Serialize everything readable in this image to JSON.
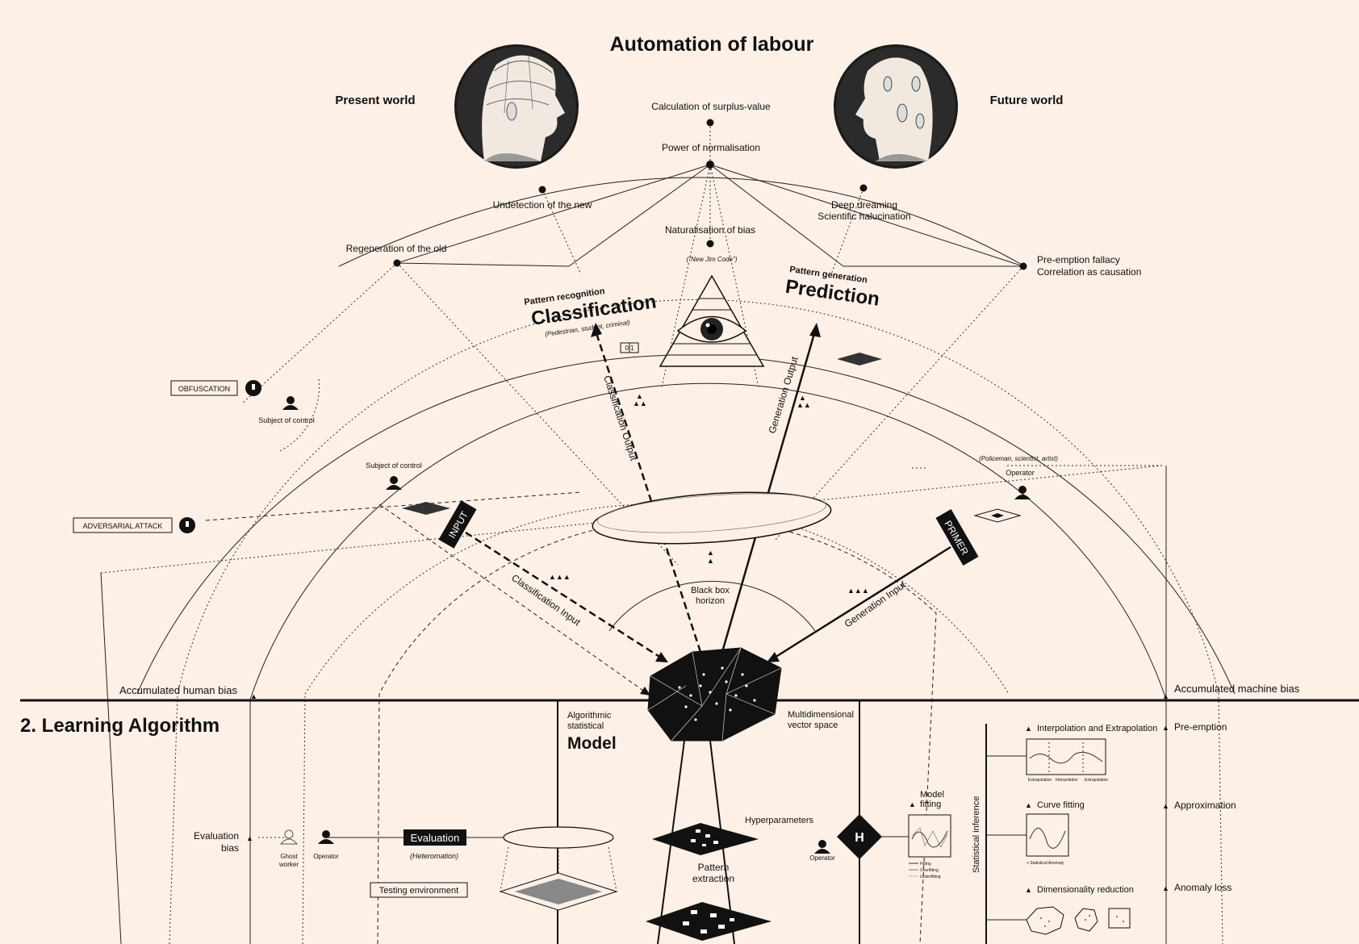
{
  "title": "Automation of labour",
  "present_world": "Present world",
  "future_world": "Future world",
  "top_nodes": {
    "surplus": "Calculation of surplus-value",
    "normalisation": "Power of normalisation",
    "undetection": "Undetection of the new",
    "deep_dreaming": "Deep dreaming",
    "halucination": "Scientific halucination",
    "naturalisation": "Naturalisation of bias",
    "jim_code": "(\"New Jim Code\")",
    "regeneration": "Regeneration of the old",
    "preemption_fallacy": "Pre-emption fallacy",
    "correlation": "Correlation as causation"
  },
  "classification": {
    "small": "Pattern recognition",
    "big": "Classification",
    "note": "(Pedestrian, student, criminal)"
  },
  "prediction": {
    "small": "Pattern generation",
    "big": "Prediction"
  },
  "bits_label": "0 1",
  "flows": {
    "classification_output": "Classification Output",
    "generation_output": "Generation Output",
    "classification_input": "Classification Input",
    "generation_input": "Generation Input",
    "input_tag": "INPUT",
    "primer_tag": "PRIMER",
    "black_box_1": "Black box",
    "black_box_2": "horizon"
  },
  "actors": {
    "obfuscation": "OBFUSCATION",
    "subject_control_1": "Subject of control",
    "subject_control_2": "Subject of control",
    "adversarial": "ADVERSARIAL ATTACK",
    "operator_note": "(Policeman, scientist, artist)",
    "operator": "Operator"
  },
  "horizon": {
    "human_bias": "Accumulated human bias",
    "machine_bias": "Accumulated machine bias"
  },
  "section_title": "2. Learning Algorithm",
  "model": {
    "line1": "Algorithmic",
    "line2": "statistical",
    "big": "Model"
  },
  "vector_space": {
    "line1": "Multidimensional",
    "line2": "vector space"
  },
  "evaluation": {
    "bias1": "Evaluation",
    "bias2": "bias",
    "ghost1": "Ghost",
    "ghost2": "worker",
    "operator": "Operator",
    "tag": "Evaluation",
    "note": "(Heteromation)",
    "testing": "Testing environment"
  },
  "pattern_extraction": {
    "line1": "Pattern",
    "line2": "extraction"
  },
  "hyperparameters": {
    "label": "Hyperparameters",
    "operator": "Operator",
    "h": "H"
  },
  "model_fitting": {
    "line1": "Model",
    "line2": "fitting",
    "legend": [
      "Fitting",
      "Overfitting",
      "Underfitting"
    ]
  },
  "statistical_inference": "Statistical inference",
  "methods": {
    "interpolation": "Interpolation and Extrapolation",
    "interp_ticks": [
      "Extrapolation",
      "Interpolation",
      "Extrapolation"
    ],
    "curve": "Curve fitting",
    "curve_note": "+ Statistical Anomaly",
    "dimensionality": "Dimensionality reduction"
  },
  "right_column": {
    "preemption": "Pre-emption",
    "approximation": "Approximation",
    "anomaly": "Anomaly loss"
  }
}
